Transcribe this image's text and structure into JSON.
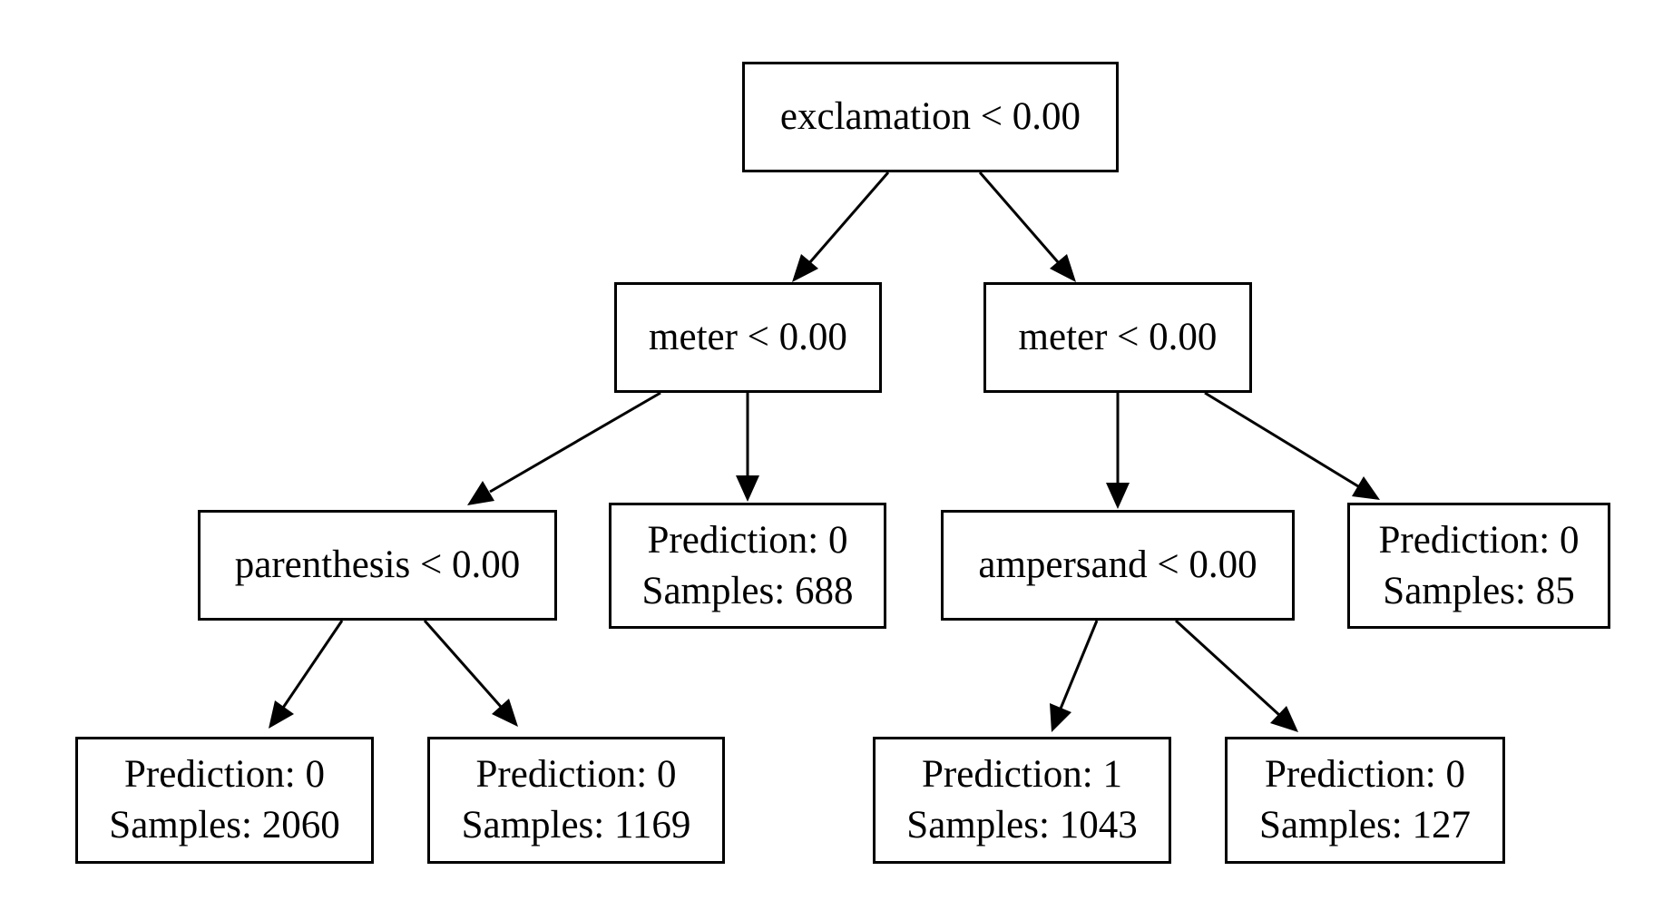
{
  "tree": {
    "root": {
      "label": "exclamation < 0.00"
    },
    "left": {
      "label": "meter < 0.00"
    },
    "right": {
      "label": "meter < 0.00"
    },
    "left_left": {
      "label": "parenthesis < 0.00"
    },
    "left_right": {
      "prediction": "Prediction: 0",
      "samples": "Samples: 688"
    },
    "right_left": {
      "label": "ampersand < 0.00"
    },
    "right_right": {
      "prediction": "Prediction: 0",
      "samples": "Samples: 85"
    },
    "leaf_1": {
      "prediction": "Prediction: 0",
      "samples": "Samples: 2060"
    },
    "leaf_2": {
      "prediction": "Prediction: 0",
      "samples": "Samples: 1169"
    },
    "leaf_3": {
      "prediction": "Prediction: 1",
      "samples": "Samples: 1043"
    },
    "leaf_4": {
      "prediction": "Prediction: 0",
      "samples": "Samples: 127"
    }
  },
  "colors": {
    "line": "#000000",
    "background": "#ffffff"
  }
}
